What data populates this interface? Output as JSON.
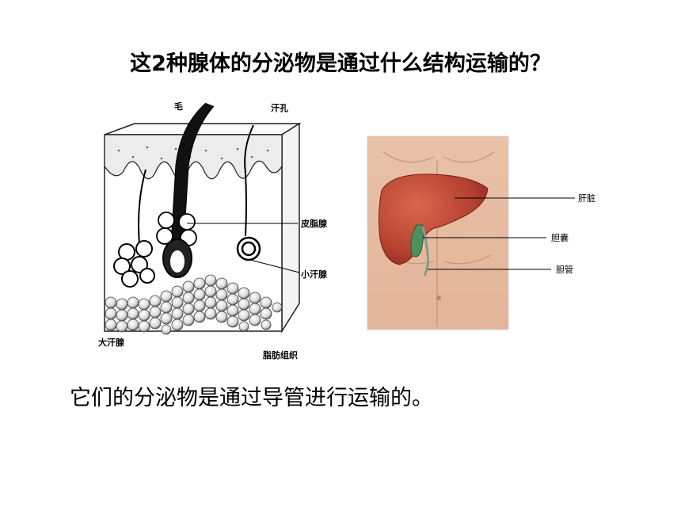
{
  "title": "这2种腺体的分泌物是通过什么结构运输的？",
  "answer": "它们的分泌物是通过导管进行运输的。",
  "skin_diagram": {
    "labels": {
      "hair": "毛",
      "sweat_pore": "汗孔",
      "sebaceous_gland": "皮脂腺",
      "small_sweat_gland": "小汗腺",
      "large_sweat_gland": "大汗腺",
      "fat_tissue": "脂肪组织"
    }
  },
  "liver_diagram": {
    "labels": {
      "liver": "肝脏",
      "gallbladder": "胆囊",
      "bile_duct": "胆管"
    }
  }
}
